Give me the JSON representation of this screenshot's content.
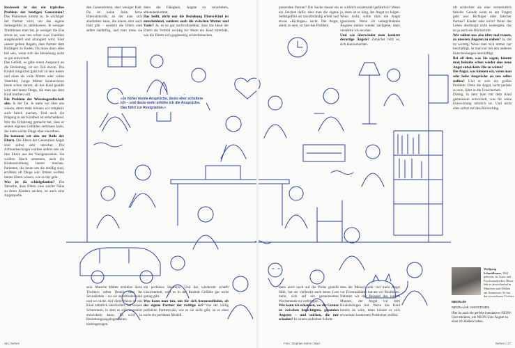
{
  "page": {
    "left_col1": [
      {
        "b": "Inwieweit ist das ein typisches Problem der heutigen Generation?",
        "t": " Das Phänomen nimmt zu. Je wichtiger der Partner wird, um das eigene Selbstgefühl zu stabilisieren. Je weniger Traditionen man hat, je weniger die Ehe etwas ist, was uns schon zwei Familien ausgehandelt und arrangiert wird. Sind unsere gelben Regeln, dass Partner dem Richtigen zu finden. Da muss dann alles toll sein, wenn sich die Beziehung nicht so gut entwickelt."
      },
      {
        "b": "",
        "t": "Das Gefühl, es gäbe einen Anspruch an die Beziehung, ist ein Teil davon. Die Kinder möglichst ganz toll zu sein haben und eines als volle Mutter oder volles Vaterbild, Junge Mütter konkurrieren heute schon darum, ob das Kind gestillt wird und lauter Dinge, die man aus dem Kind machen will."
      },
      {
        "b": "Ein Problem der Wissensgesellschaft also.",
        "t": " In der Tat. Je mehr wir über uns wissen, desto mehr können wir subjektiv auch falsch machen. Und auch die Prägung in der Kindheit ist entscheidend. Wer die Erfahrung gemacht hat, dass er seinen eigenen Gefühlen vertrauen kann, der kann solche Dinge eher einordnen."
      },
      {
        "b": "Da kommen wir also zur Rolle der Eltern.",
        "t": " Die Eltern der Generation Angst sind selbst sehr unsicher. Die Achtundsechziger wollten anders sein als ihre Eltern aus der Nazigeneration. Sie wollten falsch umsetzen, auch die Kindererziehung besser machen. Patienten, die heute um die dreißig sind, erzählen oft Dinge wie: Immer wollten meine Eltern wissen, wie es mir geht."
      },
      {
        "b": "Was ist da schiefgelaufen?",
        "t": " Die Tatsache, dass Eltern eine solche Nähe zu ihren Kindern suchen, ist auch eine Angstquelle."
      }
    ],
    "left_col2_top": [
      {
        "b": "",
        "t": "den Generationen, aber weniger Halt. Da ist keine feste, ferne Elternautorität, an der man sich abarbeiten kann, die einem aber auch Halt gibt – sondern die Eltern sind selber bedürftig, und man muss sie dann bestätigen, dass sie gut sind: man erlebt sie als abhängig. Das ist natürlich ein Zusatzstress."
      },
      {
        "b": "Und wie werden daraus Ängste?",
        "t": " Ich habe ja dann Verantwortung: ich muss, obwohl ich noch Kind bin, auch Freund meiner Eltern sein."
      }
    ],
    "left_col3_top": [
      {
        "b": "",
        "t": "dann die Fähigkeit, Ängste zu verarbeiten, abhandenkommt."
      },
      {
        "b": "Das heißt, nicht nur die Beziehung Eltern-Kind ist entscheidend, sondern auch die zwischen Mutter und Vater?",
        "t": " Ja, es ist gut nachvollziehbar, dass das Ideal der Eltern als Vorbild wichtig ist. Wenn ein Kind miterlebt, wie die Eltern sich gegenseitig schlechtmachen."
      }
    ],
    "left_col2_bottom": [
      {
        "b": "",
        "t": "sein. Manche Mütter erzählen ihren Töchtern selbst Details über ihr Sexualleben – wo sie unzufrieden sind und wo nicht. Auf diese Weise ist das Kind natürlich überfordert, hat keinen Schonraum, in dem es sich ungestört entwickeln kann. Es wird in Beziehungsangelegenheiten hineingezogen."
      }
    ],
    "left_col3_bottom": [
      {
        "b": "",
        "t": "ein perfektes Idealbild. Und das wiederum schafft Unsicherheit, weil es in der Realität Gefühle gar nicht genug gibt."
      },
      {
        "b": "Was kann man tun, um für sich herauszufinden, ob der eigene Partner der richtige ist?",
        "t": " Von der völlig perfekten Partnerwahl, wie es sie nicht gibt, ist es eben nicht ein perfektes Modell."
      }
    ],
    "right_col1_top": [
      {
        "b": "",
        "t": "passenden Partner? Die Suche dauert ein ein Zeichen dafür, dass man die eigene Selbstgefühl als unvollständig erlebt und etwas »Richtiges« sucht. Die Angst, allein zu sein, ist hier das Problem."
      }
    ],
    "right_col2_top": [
      {
        "b": "",
        "t": "es wirklich existenziell gefährlich? Wenn ja, dann ist es klug, der Angst zu folgen. Wenn nicht, sollte man die Angst ignorieren. Wenn ich unbegründeten Ängsten immer wieder nachgebe, dann verstärke ich sie eher."
      },
      {
        "b": "Und wie überwindet man konkret derartige Ängste?",
        "t": " Zunächst hilft es, sich klarzumachen."
      }
    ],
    "right_col1_bottom": [
      {
        "b": "",
        "t": "dann auch noch auf die Probe gestellt fühlt, hat sie vielleicht auch keine Lust mehr, sich auf ein gemeinsames Wochenende zu verbringen."
      },
      {
        "b": "Wie kann ich erkennen, wo die Grenze ist zwischen berechtigten, gesunden Ängsten – und solchen, die mir schaden?",
        "t": " In einem einfachen Schritt."
      }
    ],
    "right_col2_bottom": [
      {
        "b": "",
        "t": "dass der Mensch sehr viel mehr Angst vor Eventualitäten hat als vor Realitäten. Nehmen wir das Beispiel des jungen Mannes, der Angst vor dem Kinderkriegen hat: Wenn das Kind bereits da wäre, dann könnte er sich erwachsen konkreten Problemen stellen."
      }
    ],
    "right_col3": [
      {
        "b": "",
        "t": "oft schlechter als eine vermeintlich falsche. Gerade wenn es um Fragen geht wie: Richtiger oder falscher Partner? Kinder oder nicht? Wenn das Leben überhaupt nicht weitergeht, das ist ja auch ein Rückschritt."
      },
      {
        "b": "Wir sollten uns also öfter mal trauen, zu unseren Ängsten zu stehen?",
        "t": " Ja, das ist wichtig. Wenn man sich immer nur beschäftigt, ist man nur mit den anderen Entscheidungen beschäftigt."
      },
      {
        "b": "Bei all dem, was Sie sagen, könnte man beinahe schon wieder eine neue Angst entwickeln. Die zu wüten?",
        "t": ""
      },
      {
        "b": "Die Angst, was können wir, wenn man sehr hohe Ansprüche an uns selbst stellen?",
        "t": " Und er sich ein großes Problem: Denn die Angst, nicht perfekt zu sein, führt in die Unsicherheit."
      },
      {
        "b": "",
        "t": "Dialog, in dem man mit dem Kind gemeinsam entwickelt, was für seine Entwicklung nützlich ist. Und nicht alles sofort auf den Rückschlag."
      }
    ],
    "pull_quote": "»Je höher meine Ansprüche, desto eher scheitere ich – und desto mehr erhöhe ich die Ansprüche. Das führt zur Resignation.«",
    "author_name": "Wolfgang Schmidbauer,",
    "author_bio": "1941 geboren, ist Autor und Psychoanalytiker. Heute lebt er abwechselnd in München und Dießen am Ammersee. Er hat drei erwachsene Töchter.",
    "neon_url": "NEON.de",
    "neon_title": "NEON-Link: ANGSTKIDS",
    "neon_text": "Hier ist auch ein perfekt-interaktiver NEON-User erklären, wie NEON-User Ängste zu einer ich bleiben haben.",
    "folio_left": "16 | Sehen",
    "credit": "Foto: Stephan Sahm / Bad",
    "folio_right": "Sehen | 17"
  },
  "illustration": {
    "stroke_color": "#2c3fa8",
    "motifs": [
      "clock-icon",
      "plant-icon",
      "heart-icon",
      "lamp-icon",
      "car-icon",
      "baby-icon",
      "cat-icon",
      "chair-icon"
    ]
  }
}
